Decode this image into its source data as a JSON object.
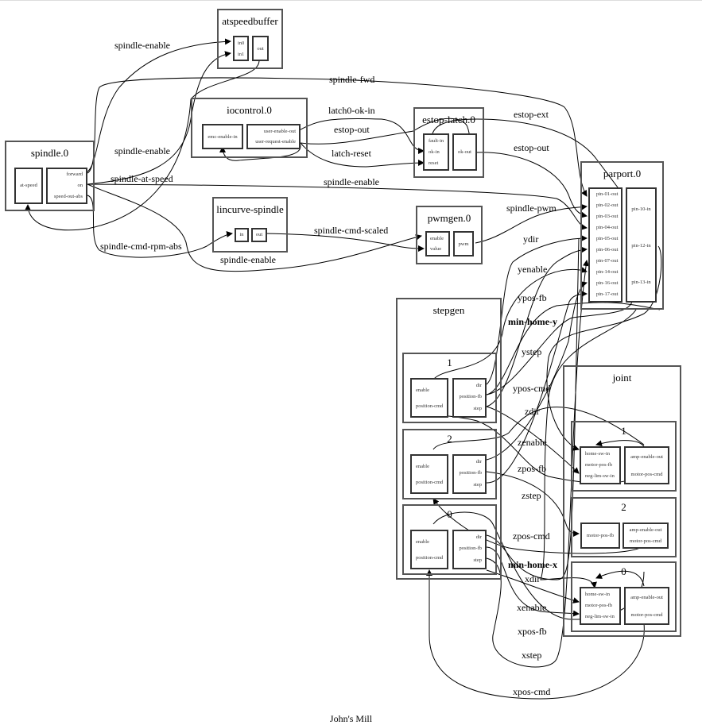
{
  "graph_title": "John's Mill",
  "components": {
    "atspeedbuffer": {
      "title": "atspeedbuffer",
      "inputs": [
        "in0",
        "in1"
      ],
      "outputs": [
        "out"
      ]
    },
    "iocontrol": {
      "title": "iocontrol.0",
      "inputs": [
        "emc-enable-in"
      ],
      "outputs": [
        "user-enable-out",
        "user-request-enable"
      ]
    },
    "spindle": {
      "title": "spindle.0",
      "inputs": [
        "at-speed"
      ],
      "outputs": [
        "forward",
        "on",
        "speed-out-abs"
      ]
    },
    "estop_latch": {
      "title": "estop-latch.0",
      "inputs": [
        "fault-in",
        "ok-in",
        "reset"
      ],
      "outputs": [
        "ok-out"
      ]
    },
    "lincurve": {
      "title": "lincurve-spindle",
      "inputs": [
        "in"
      ],
      "outputs": [
        "out"
      ]
    },
    "pwmgen": {
      "title": "pwmgen.0",
      "inputs": [
        "enable",
        "value"
      ],
      "outputs": [
        "pwm"
      ]
    },
    "parport": {
      "title": "parport.0",
      "inputs": [
        "pin-01-out",
        "pin-02-out",
        "pin-03-out",
        "pin-04-out",
        "pin-05-out",
        "pin-06-out",
        "pin-07-out",
        "pin-14-out",
        "pin-16-out",
        "pin-17-out"
      ],
      "outputs": [
        "pin-10-in",
        "pin-12-in",
        "pin-13-in"
      ]
    },
    "stepgen": {
      "title": "stepgen",
      "channels": [
        {
          "title": "1",
          "inputs": [
            "enable",
            "position-cmd"
          ],
          "outputs": [
            "dir",
            "position-fb",
            "step"
          ]
        },
        {
          "title": "2",
          "inputs": [
            "enable",
            "position-cmd"
          ],
          "outputs": [
            "dir",
            "position-fb",
            "step"
          ]
        },
        {
          "title": "0",
          "inputs": [
            "enable",
            "position-cmd"
          ],
          "outputs": [
            "dir",
            "position-fb",
            "step"
          ]
        }
      ]
    },
    "joint": {
      "title": "joint",
      "channels": [
        {
          "title": "1",
          "inputs": [
            "home-sw-in",
            "motor-pos-fb",
            "neg-lim-sw-in"
          ],
          "outputs": [
            "amp-enable-out",
            "motor-pos-cmd"
          ]
        },
        {
          "title": "2",
          "inputs": [
            "motor-pos-fb"
          ],
          "outputs": [
            "amp-enable-out",
            "motor-pos-cmd"
          ]
        },
        {
          "title": "0",
          "inputs": [
            "home-sw-in",
            "motor-pos-fb",
            "neg-lim-sw-in"
          ],
          "outputs": [
            "amp-enable-out",
            "motor-pos-cmd"
          ]
        }
      ]
    }
  },
  "signals": {
    "spindle_enable_1": "spindle-enable",
    "spindle_fwd": "spindle-fwd",
    "latch0_ok_in": "latch0-ok-in",
    "estop_out_1": "estop-out",
    "estop_ext": "estop-ext",
    "spindle_enable_2": "spindle-enable",
    "latch_reset": "latch-reset",
    "estop_out_2": "estop-out",
    "spindle_at_speed": "spindle-at-speed",
    "spindle_enable_3": "spindle-enable",
    "spindle_pwm": "spindle-pwm",
    "spindle_cmd_scaled": "spindle-cmd-scaled",
    "spindle_cmd_rpm_abs": "spindle-cmd-rpm-abs",
    "spindle_enable_4": "spindle-enable",
    "ydir": "ydir",
    "yenable": "yenable",
    "ypos_fb": "ypos-fb",
    "min_home_y": "min-home-y",
    "ystep": "ystep",
    "ypos_cmd": "ypos-cmd",
    "zdir": "zdir",
    "zenable": "zenable",
    "zpos_fb": "zpos-fb",
    "zstep": "zstep",
    "zpos_cmd": "zpos-cmd",
    "min_home_x": "min-home-x",
    "xdir": "xdir",
    "xenable": "xenable",
    "xpos_fb": "xpos-fb",
    "xstep": "xstep",
    "xpos_cmd": "xpos-cmd"
  }
}
